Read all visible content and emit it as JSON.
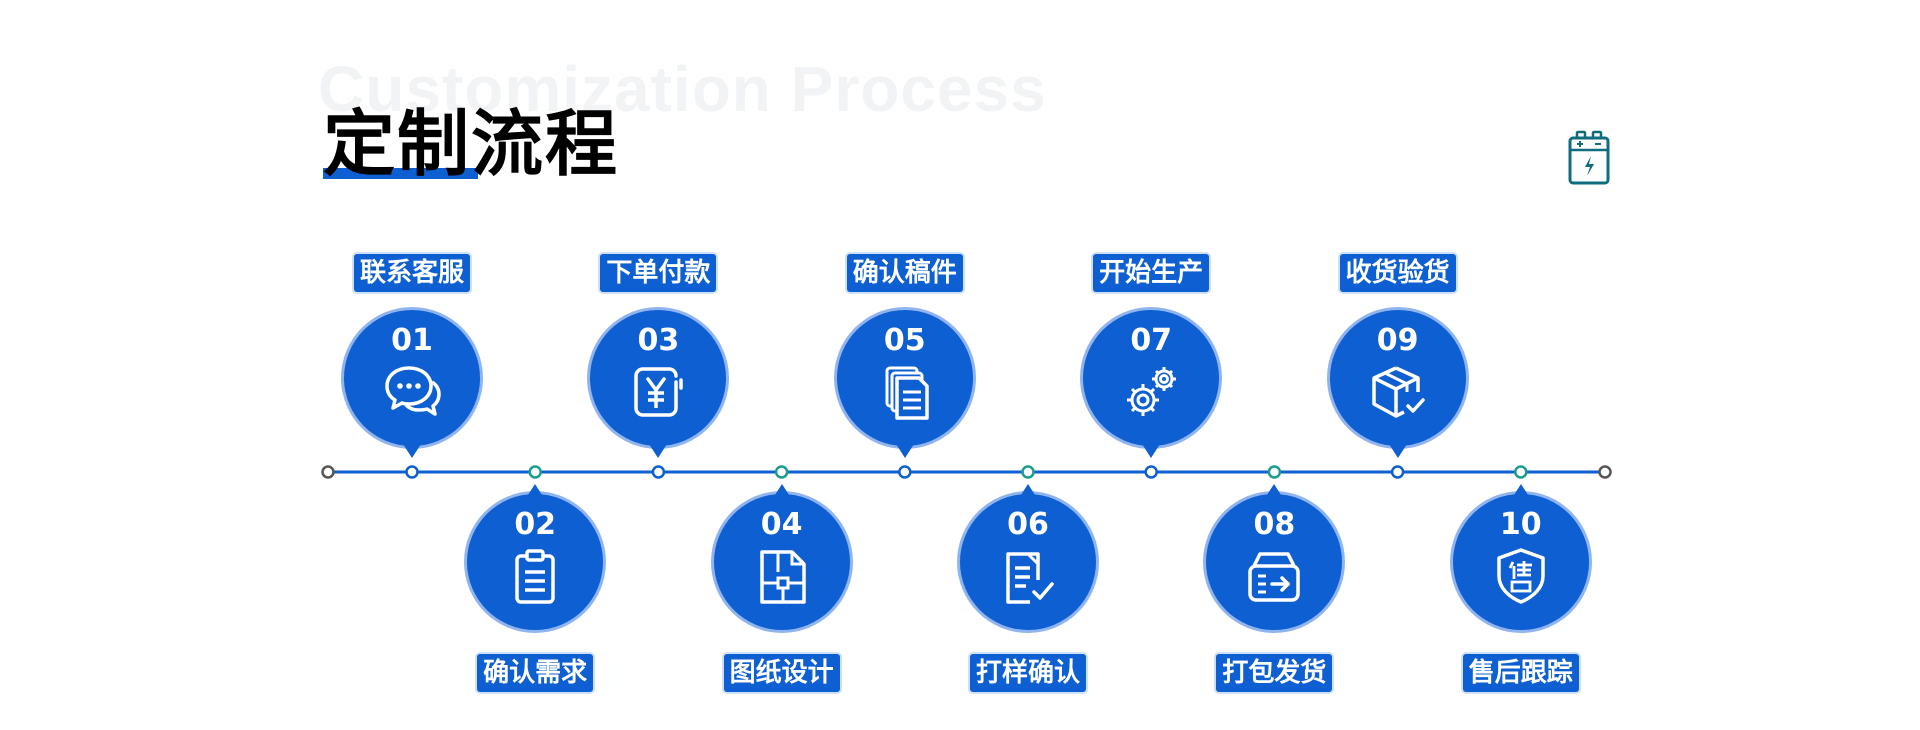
{
  "header": {
    "watermark": "Customization Process",
    "title": "定制流程"
  },
  "colors": {
    "primary": "#0e5fd1",
    "ring": "#8fb4f0",
    "teal_dot": "#1a9c8e",
    "end_dot": "#555555",
    "logo": "#0f6d7d"
  },
  "logo_icon": "battery-icon",
  "steps": [
    {
      "num": "01",
      "label": "联系客服",
      "icon": "chat-icon"
    },
    {
      "num": "02",
      "label": "确认需求",
      "icon": "clipboard-icon"
    },
    {
      "num": "03",
      "label": "下单付款",
      "icon": "payment-icon"
    },
    {
      "num": "04",
      "label": "图纸设计",
      "icon": "blueprint-icon"
    },
    {
      "num": "05",
      "label": "确认稿件",
      "icon": "documents-icon"
    },
    {
      "num": "06",
      "label": "打样确认",
      "icon": "document-check-icon"
    },
    {
      "num": "07",
      "label": "开始生产",
      "icon": "gears-icon"
    },
    {
      "num": "08",
      "label": "打包发货",
      "icon": "box-arrow-icon"
    },
    {
      "num": "09",
      "label": "收货验货",
      "icon": "package-check-icon"
    },
    {
      "num": "10",
      "label": "售后跟踪",
      "icon": "shield-service-icon"
    }
  ]
}
